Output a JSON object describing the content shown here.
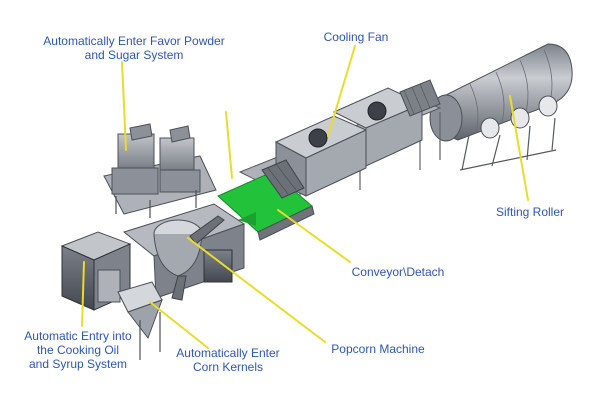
{
  "labels": {
    "favor_powder": [
      "Automatically Enter Favor Powder",
      "and Sugar System"
    ],
    "cooling_fan": "Cooling Fan",
    "sifting_roller": "Sifting Roller",
    "conveyor": "Conveyor\\Detach",
    "popcorn_machine": "Popcorn Machine",
    "cooking_oil": [
      "Automatic Entry into",
      "the Cooking Oil",
      "and Syrup System"
    ],
    "corn_kernels": [
      "Automatically Enter",
      "Corn Kernels"
    ]
  },
  "colors": {
    "label_text": "#2e55b8",
    "leader_line": "#e9dc2c",
    "conveyor_belt": "#22c33a",
    "machine_steel": "#9ea3ab"
  }
}
